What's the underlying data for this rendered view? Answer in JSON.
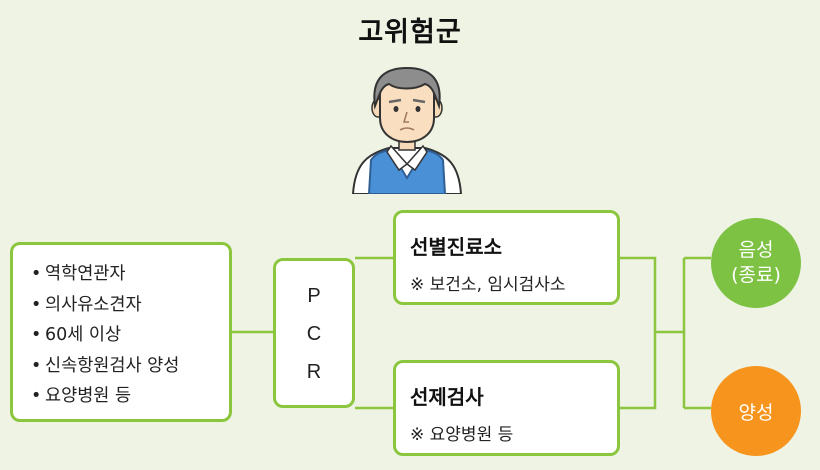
{
  "title": "고위험군",
  "criteria": {
    "bullet": "•",
    "items": [
      "역학연관자",
      "의사유소견자",
      "60세 이상",
      "신속항원검사 양성",
      "요양병원 등"
    ]
  },
  "pcr": {
    "letters": [
      "P",
      "C",
      "R"
    ]
  },
  "clinic": {
    "head": "선별진료소",
    "sub": "※ 보건소, 임시검사소"
  },
  "pretest": {
    "head": "선제검사",
    "sub": "※ 요양병원 등"
  },
  "results": {
    "negative_line1": "음성",
    "negative_line2": "(종료)",
    "positive": "양성"
  },
  "colors": {
    "accent": "#8cc63f",
    "negative": "#7dc243",
    "positive": "#f7941d",
    "background": "#eef3e4"
  },
  "icons": {
    "person": "elderly-man-icon"
  }
}
